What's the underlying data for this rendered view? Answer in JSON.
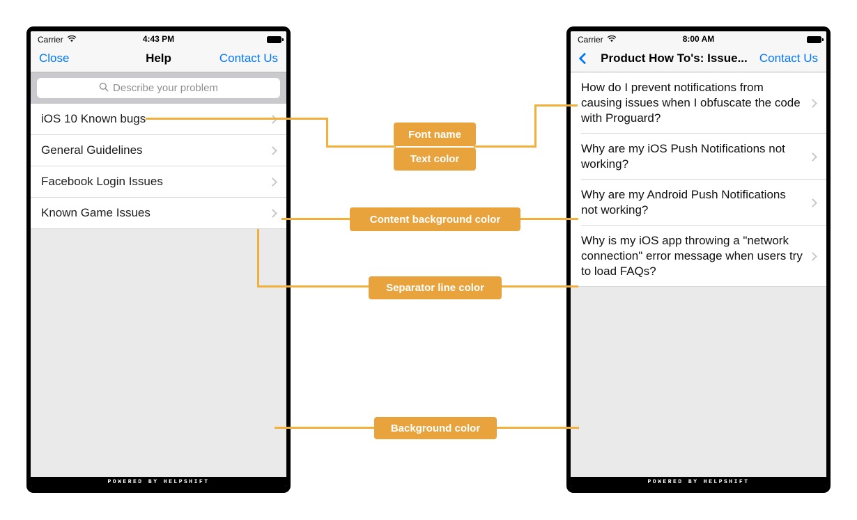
{
  "colors": {
    "annotation_button": "#E8A33D",
    "connector_line": "#F1AF3C",
    "ios_blue": "#0076FF",
    "content_background": "#FFFFFF",
    "screen_background": "#EAEAEA",
    "separator_line": "#D9D9D9",
    "navbar_background": "#F7F7F8",
    "search_section_background": "#C9C9CE",
    "text_primary": "#111111",
    "placeholder_text": "#8E8E93"
  },
  "left_phone": {
    "status_bar": {
      "carrier": "Carrier",
      "time": "4:43 PM"
    },
    "nav_bar": {
      "left": "Close",
      "title": "Help",
      "right": "Contact Us"
    },
    "search": {
      "placeholder": "Describe your problem"
    },
    "list_items": [
      {
        "label": "iOS 10 Known bugs"
      },
      {
        "label": "General Guidelines"
      },
      {
        "label": "Facebook Login Issues"
      },
      {
        "label": "Known Game Issues"
      }
    ],
    "footer": "POWERED BY HELPSHIFT"
  },
  "right_phone": {
    "status_bar": {
      "carrier": "Carrier",
      "time": "8:00 AM"
    },
    "nav_bar": {
      "title": "Product How To's: Issue...",
      "right": "Contact Us"
    },
    "list_items": [
      {
        "label": "How do I prevent notifications from causing issues when I obfuscate the code with Proguard?"
      },
      {
        "label": "Why are my iOS Push Notifications not working?"
      },
      {
        "label": "Why are my Android Push Notifications not working?"
      },
      {
        "label": "Why is my iOS app throwing a \"network connection\" error message when users try to load FAQs?"
      }
    ],
    "footer": "POWERED BY HELPSHIFT"
  },
  "annotations": [
    {
      "id": "font-name",
      "label": "Font name"
    },
    {
      "id": "text-color",
      "label": "Text color"
    },
    {
      "id": "content-bg",
      "label": "Content background color"
    },
    {
      "id": "separator",
      "label": "Separator line color"
    },
    {
      "id": "background",
      "label": "Background color"
    }
  ]
}
